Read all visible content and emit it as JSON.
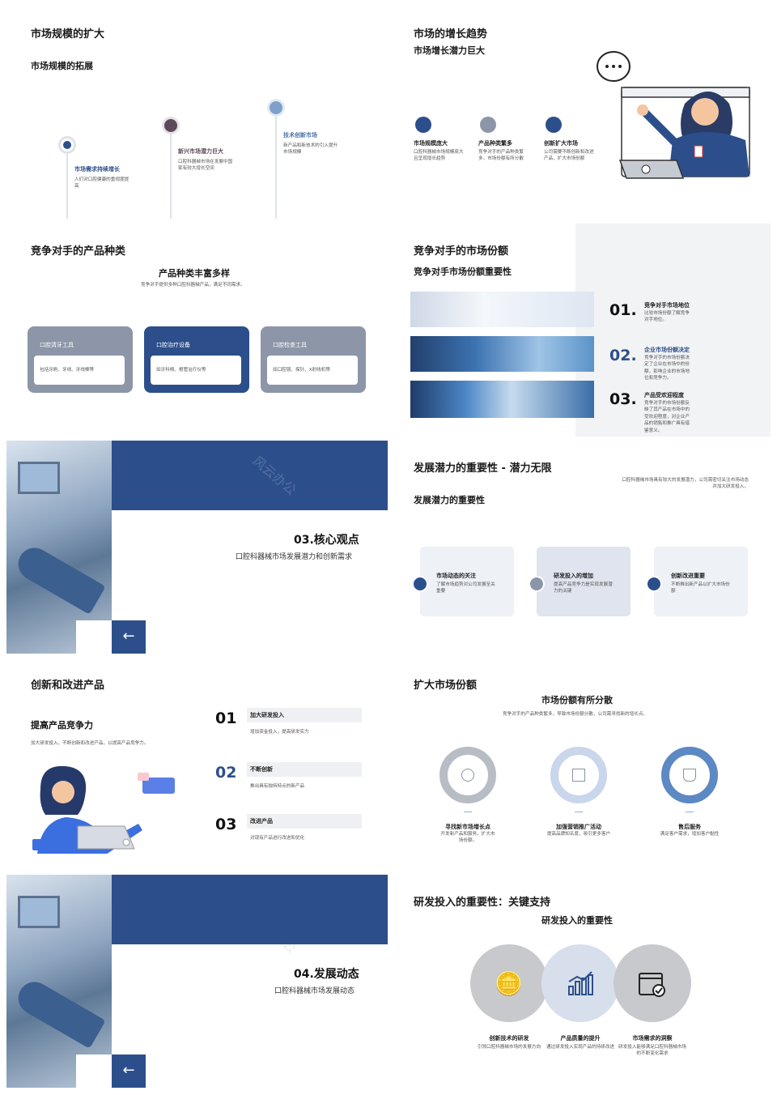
{
  "colors": {
    "navy": "#2c4f8c",
    "grey": "#8c96a8",
    "light": "#eef1f6"
  },
  "s1": {
    "title": "市场规模的扩大",
    "subtitle": "市场规模的拓展",
    "items": [
      {
        "label": "市场需求持续增长",
        "desc": "人们对口腔健康的重视度提高"
      },
      {
        "label": "新兴市场潜力巨大",
        "desc": "口腔科器械市场在发展中国家有较大增长空间"
      },
      {
        "label": "技术创新市场",
        "desc": "新产品和新技术的引入提升市场规模"
      }
    ]
  },
  "s2": {
    "title": "市场的增长趋势",
    "subtitle": "市场增长潜力巨大",
    "items": [
      {
        "label": "市场规模庞大",
        "desc": "口腔科器械市场规模庞大且呈现增长趋势"
      },
      {
        "label": "产品种类繁多",
        "desc": "竞争对手的产品种类繁多，市场份额有所分散"
      },
      {
        "label": "创新扩大市场",
        "desc": "公司需要不断创新和改进产品，扩大市场份额"
      }
    ]
  },
  "s3": {
    "title": "竞争对手的产品种类",
    "heading": "产品种类丰富多样",
    "desc": "竞争对手提供多种口腔科器械产品，满足不同需求。",
    "cards": [
      {
        "label": "口腔清牙工具",
        "desc": "包括牙刷、牙线、牙线棒等"
      },
      {
        "label": "口腔治疗设备",
        "desc": "如牙科椅、根管治疗仪等"
      },
      {
        "label": "口腔检查工具",
        "desc": "如口腔镜、探针、X射线机等"
      }
    ]
  },
  "s4": {
    "title": "竞争对手的市场份额",
    "subtitle": "竞争对手市场份额重要性",
    "items": [
      {
        "num": "01.",
        "label": "竞争对手市场地位",
        "desc": "比较市场份额了解竞争对手地位。"
      },
      {
        "num": "02.",
        "label": "企业市场份额决定",
        "desc": "竞争对手的市场份额决定了企业在市场中的份额，影响企业的市场地位和竞争力。"
      },
      {
        "num": "03.",
        "label": "产品受欢迎程度",
        "desc": "竞争对手的市场份额反映了其产品在市场中的受欢迎程度，对企业产品的销售和推广具有借鉴意义。"
      }
    ]
  },
  "s5": {
    "watermark": "风云办公",
    "title": "03.核心观点",
    "subtitle": "口腔科器械市场发展潜力和创新需求",
    "arrow": "←"
  },
  "s6": {
    "title": "发展潜力的重要性 - 潜力无限",
    "subtitle": "发展潜力的重要性",
    "intro": "口腔科器械市场具有较大的发展潜力，公司需密切关注市场动态并加大研发投入。",
    "cards": [
      {
        "label": "市场动态的关注",
        "desc": "了解市场趋势对公司发展至关重要"
      },
      {
        "label": "研发投入的增加",
        "desc": "提高产品竞争力是实现发展潜力的关键"
      },
      {
        "label": "创新改进重要",
        "desc": "不断推出新产品以扩大市场份额"
      }
    ]
  },
  "s7": {
    "title": "创新和改进产品",
    "heading": "提高产品竞争力",
    "desc": "加大研发投入、不断创新和改进产品，以提高产品竞争力。",
    "items": [
      {
        "num": "01",
        "label": "加大研发投入",
        "desc": "增加资金投入，提高研发实力"
      },
      {
        "num": "02",
        "label": "不断创新",
        "desc": "推出具有独特特点的新产品"
      },
      {
        "num": "03",
        "label": "改进产品",
        "desc": "对现有产品进行改进和优化"
      }
    ]
  },
  "s8": {
    "title": "扩大市场份额",
    "heading": "市场份额有所分散",
    "desc": "竞争对手的产品种类繁多，导致市场份额分散，公司需寻找新的增长点。",
    "items": [
      {
        "label": "寻找新市场增长点",
        "desc": "开发新产品和服务，扩大市场份额。"
      },
      {
        "label": "加强营销推广活动",
        "desc": "提高品牌知名度，吸引更多客户"
      },
      {
        "label": "售后服务",
        "desc": "满足客户需求，增加客户黏性"
      }
    ]
  },
  "s9": {
    "watermark": "风云办公",
    "title": "04.发展动态",
    "subtitle": "口腔科器械市场发展动态",
    "arrow": "←"
  },
  "s10": {
    "title": "研发投入的重要性：关键支持",
    "heading": "研发投入的重要性",
    "items": [
      {
        "label": "创新技术的研发",
        "desc": "引领口腔科器械市场的发展方向"
      },
      {
        "label": "产品质量的提升",
        "desc": "通过研发投入实现产品的持续改进"
      },
      {
        "label": "市场需求的洞察",
        "desc": "研发投入能够满足口腔科器械市场的不断变化需求"
      }
    ]
  }
}
